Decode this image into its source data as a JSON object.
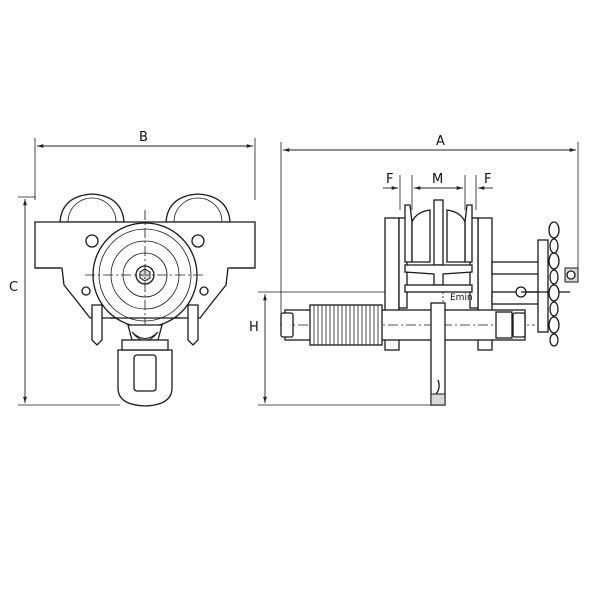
{
  "diagram": {
    "labels": {
      "A": "A",
      "B": "B",
      "C": "C",
      "H": "H",
      "F_left": "F",
      "M": "M",
      "F_right": "F",
      "Emin": "Emin"
    }
  }
}
